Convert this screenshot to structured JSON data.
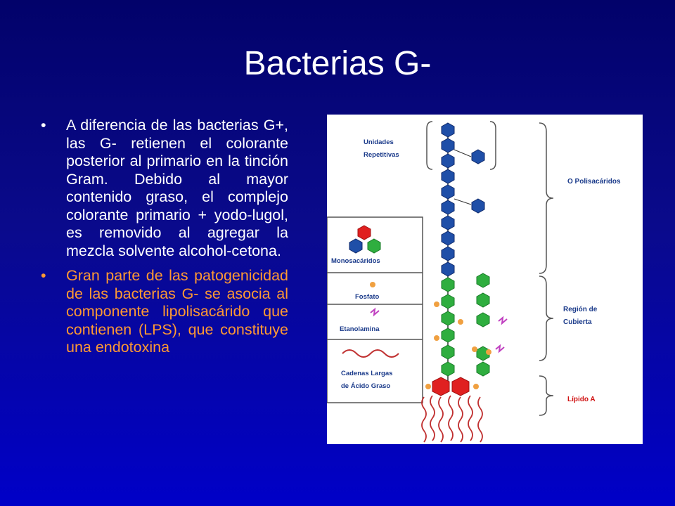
{
  "slide": {
    "title": "Bacterias G-",
    "bullets": [
      {
        "marker": "•",
        "text": "A diferencia de las bacterias G+, las G- retienen el colorante posterior al primario en la tinción Gram. Debido al mayor contenido graso, el complejo colorante primario + yodo-lugol, es removido al agregar la mezcla solvente alcohol-cetona.",
        "color": "#ffffff"
      },
      {
        "marker": "•",
        "text": "Gran parte de las patogenicidad de las bacterias G- se asocia al componente lipolisacárido que contienen (LPS), que constituye una endotoxina",
        "color": "#ff9933"
      }
    ]
  },
  "figure": {
    "left_labels": {
      "unidades_line1": "Unidades",
      "unidades_line2": "Repetitivas",
      "monosacaridos": "Monosacáridos",
      "fosfato": "Fosfato",
      "etanolamina": "Etanolamina",
      "cadenas_line1": "Cadenas Largas",
      "cadenas_line2": "de Ácido Graso"
    },
    "right_labels": {
      "o_polisacaridos": "O Polisacáridos",
      "region_line1": "Región de",
      "region_line2": "Cubierta",
      "lipido_a": "Lípido A"
    },
    "colors": {
      "hex_blue": "#1f4fa8",
      "hex_green": "#2fae3f",
      "hex_red": "#e02020",
      "phosphate": "#f0a040",
      "ethanolamine": "#c040c0",
      "fatty_acid": "#c03030",
      "label_blue": "#1a3a8a",
      "label_red": "#d01010"
    }
  }
}
